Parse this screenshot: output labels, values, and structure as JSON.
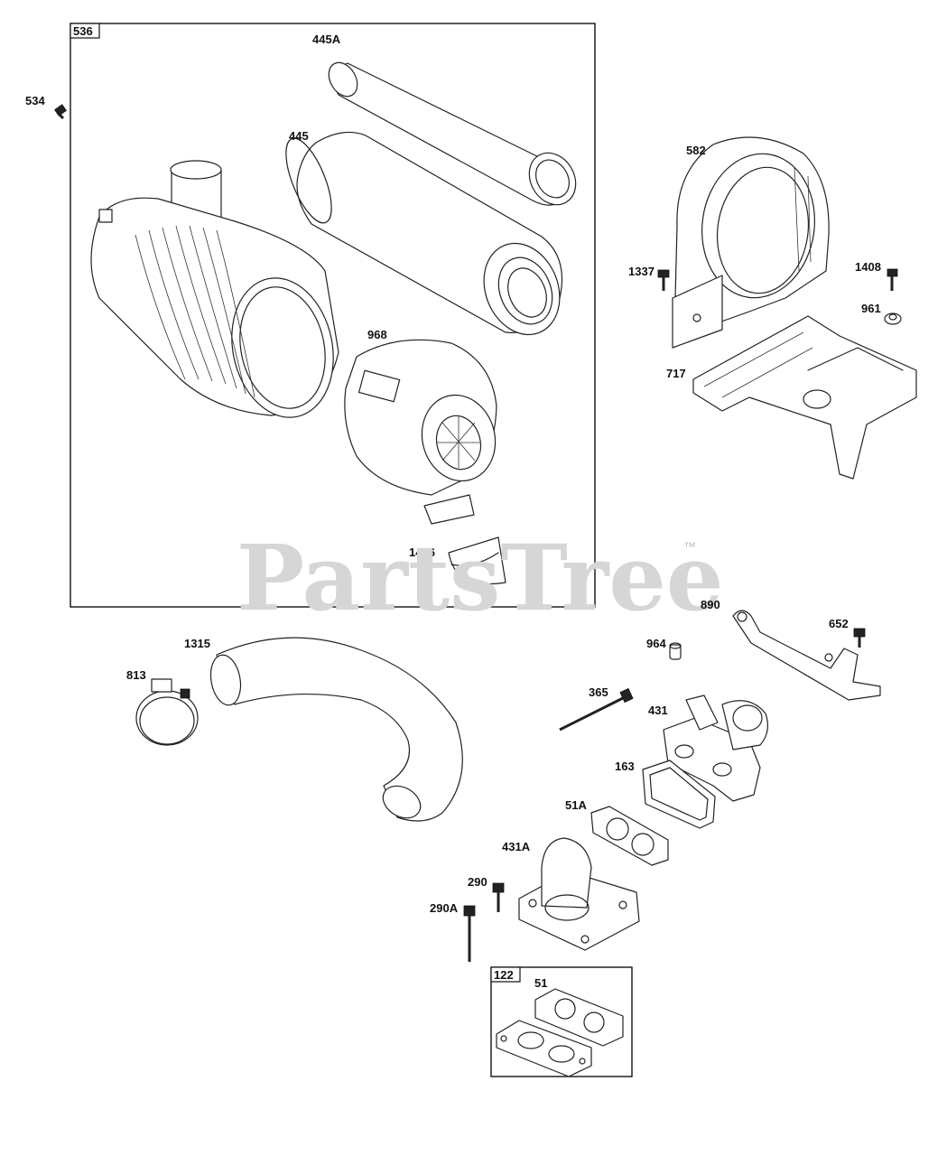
{
  "watermark": {
    "text": "PartsTree",
    "trademark": "™"
  },
  "boxes": [
    {
      "id": "box-536",
      "number": "536"
    },
    {
      "id": "box-122",
      "number": "122"
    }
  ],
  "labels": {
    "p534": "534",
    "p445A": "445A",
    "p445": "445",
    "p968": "968",
    "p1406": "1406",
    "p582": "582",
    "p1337": "1337",
    "p1408": "1408",
    "p961": "961",
    "p717": "717",
    "p890": "890",
    "p652": "652",
    "p964": "964",
    "p1315": "1315",
    "p813": "813",
    "p365": "365",
    "p431": "431",
    "p163": "163",
    "p51A": "51A",
    "p431A": "431A",
    "p290": "290",
    "p290A": "290A",
    "p51": "51"
  }
}
